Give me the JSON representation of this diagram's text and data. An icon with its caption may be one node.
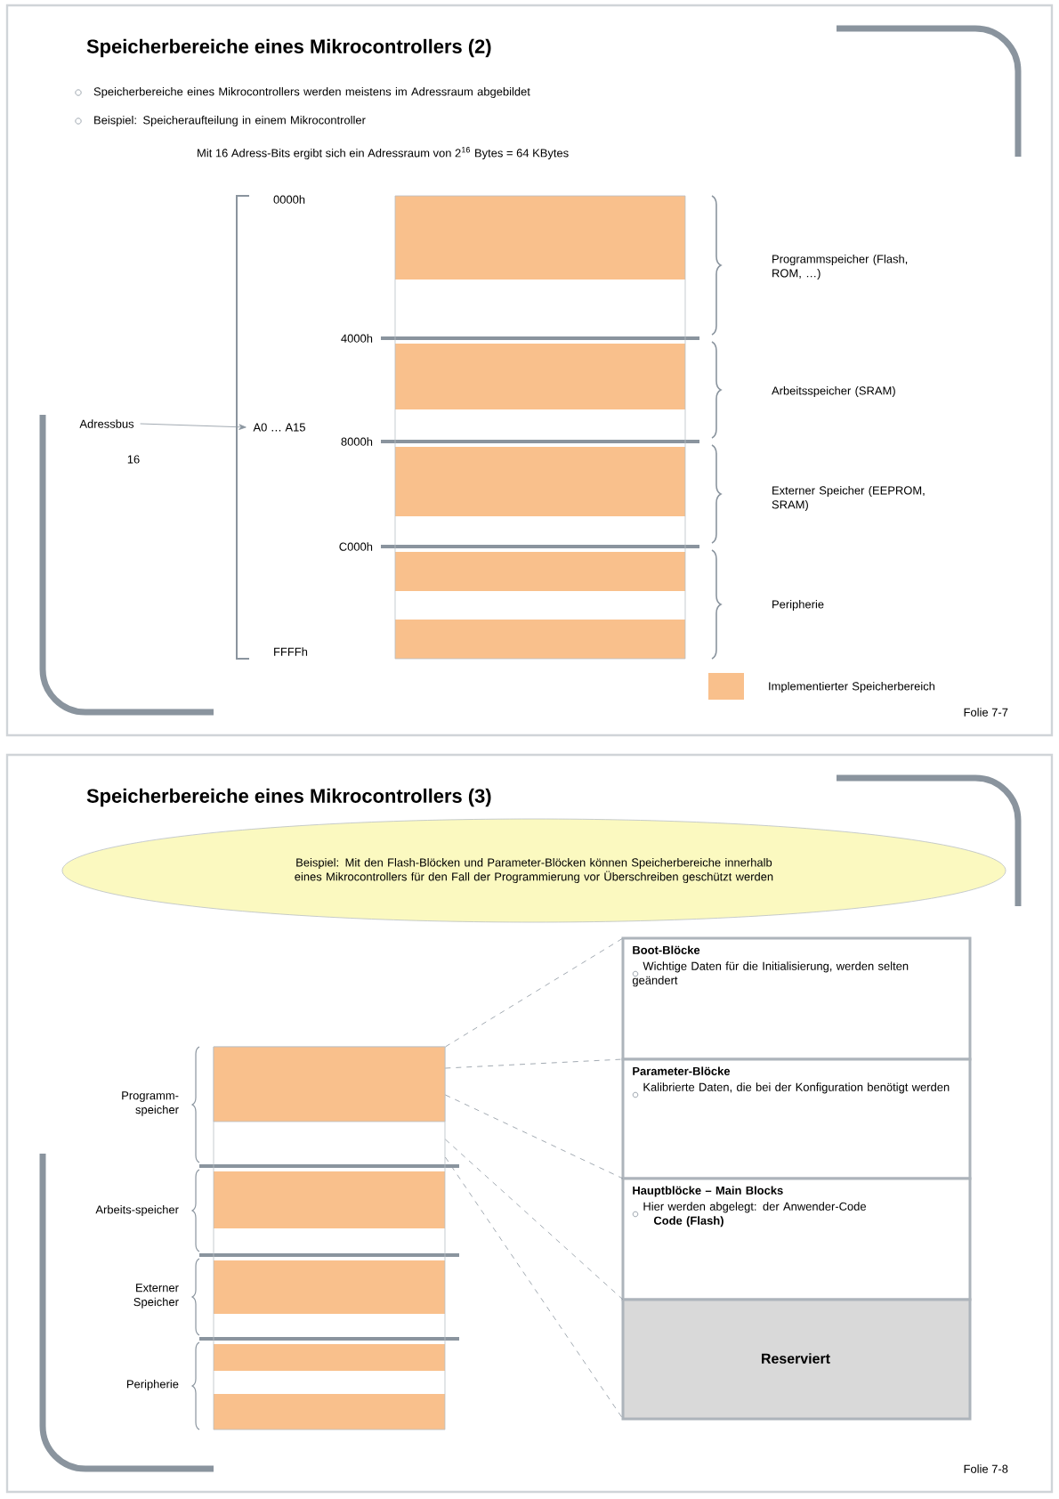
{
  "diagram": {
    "nodes": [
      {
        "text": [
          "Adressbus"
        ],
        "beside": [
          "16"
        ]
      },
      {
        "text": [
          "A0 … A15"
        ]
      },
      {
        "text": [],
        "shape": "box"
      },
      {
        "text": [
          "Boot-Blöcke",
          "Wichtige Daten für die Initialisierung, werden selten geändert"
        ]
      },
      {
        "text": [
          "Parameter-Blöcke",
          "Kalibrierte Daten, die bei der Konfiguration benötigt werden"
        ]
      },
      {
        "text": [
          "Hauptblöcke – Main Blocks",
          "Hier werden abgelegt: der Anwender-Code",
          "Code (Flash)"
        ]
      },
      {
        "text": [
          "Reserviert"
        ]
      },
      {
        "text": [
          "Beispiel: Mit den Flash-Blöcken und Parameter-Blöcken können Speicherbereiche innerhalb eines Mikrocontrollers für den Fall der Programmierung vor Überschreiben geschützt werden"
        ]
      }
    ],
    "edges": [
      {
        "from": 0,
        "to": 1,
        "arrow": "to"
      },
      {
        "from": 2,
        "to": 3,
        "arrow": "none",
        "style": "dashed"
      },
      {
        "from": 2,
        "to": 4,
        "arrow": "none",
        "style": "dashed"
      },
      {
        "from": 2,
        "to": 5,
        "arrow": "none",
        "style": "dashed"
      },
      {
        "from": 2,
        "to": 6,
        "arrow": "none",
        "style": "dashed"
      },
      {
        "from": 2,
        "to": 6,
        "arrow": "none",
        "style": "dashed"
      }
    ],
    "labels": [
      "Speicherbereiche eines Mikrocontrollers (2)",
      "Speicherbereiche eines Mikrocontrollers werden meistens im Adressraum abgebildet",
      "Beispiel: Speicheraufteilung in einem Mikrocontroller",
      "Mit 16 Adress-Bits ergibt sich ein Adressraum von 2$^{16}$ Bytes = 64 KBytes",
      "0000h",
      "4000h",
      "8000h",
      "C000h",
      "FFFFh",
      "Programmspeicher (Flash, ROM, …)",
      "Arbeitsspeicher (SRAM)",
      "Externer Speicher (EEPROM, SRAM)",
      "Peripherie",
      "Folie 7-7",
      "Speicherbereiche eines Mikrocontrollers (3)",
      "Programm-speicher",
      "Arbeits-speicher",
      "Externer Speicher",
      "Peripherie",
      "Folie 7-8"
    ],
    "legend": [
      {
        "text": "Implementierter Speicherbereich",
        "color": "#f9c08c"
      }
    ]
  }
}
